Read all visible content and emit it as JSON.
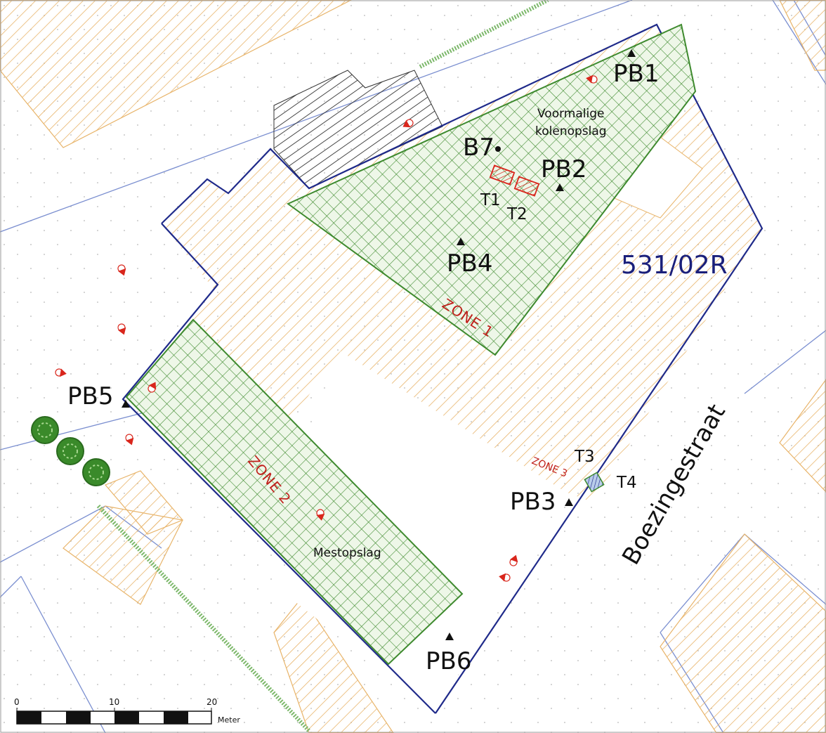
{
  "map": {
    "parcel_number": "531/02R",
    "street_name": "Boezingestraat",
    "zones": [
      "ZONE 1",
      "ZONE 2",
      "ZONE 3"
    ],
    "area_labels": {
      "zone1_line1": "Voormalige",
      "zone1_line2": "kolenopslag",
      "zone2": "Mestopslag"
    },
    "points": {
      "pb1": "PB1",
      "pb2": "PB2",
      "pb3": "PB3",
      "pb4": "PB4",
      "pb5": "PB5",
      "pb6": "PB6",
      "b7": "B7"
    },
    "tanks": [
      "T1",
      "T2",
      "T3",
      "T4"
    ],
    "scale_bar": {
      "ticks": [
        "0",
        "10",
        "20"
      ],
      "unit": "Meter"
    },
    "colors": {
      "zone_hatch": "#3e8a2e",
      "zone_fill": "#eef7e8",
      "building_hatch": "#e8b46a",
      "parcel_border": "#1f2a8a",
      "survey_boundary": "#7b8fd0",
      "marker_red": "#d9261c",
      "tree_green": "#3a8a2a"
    }
  }
}
